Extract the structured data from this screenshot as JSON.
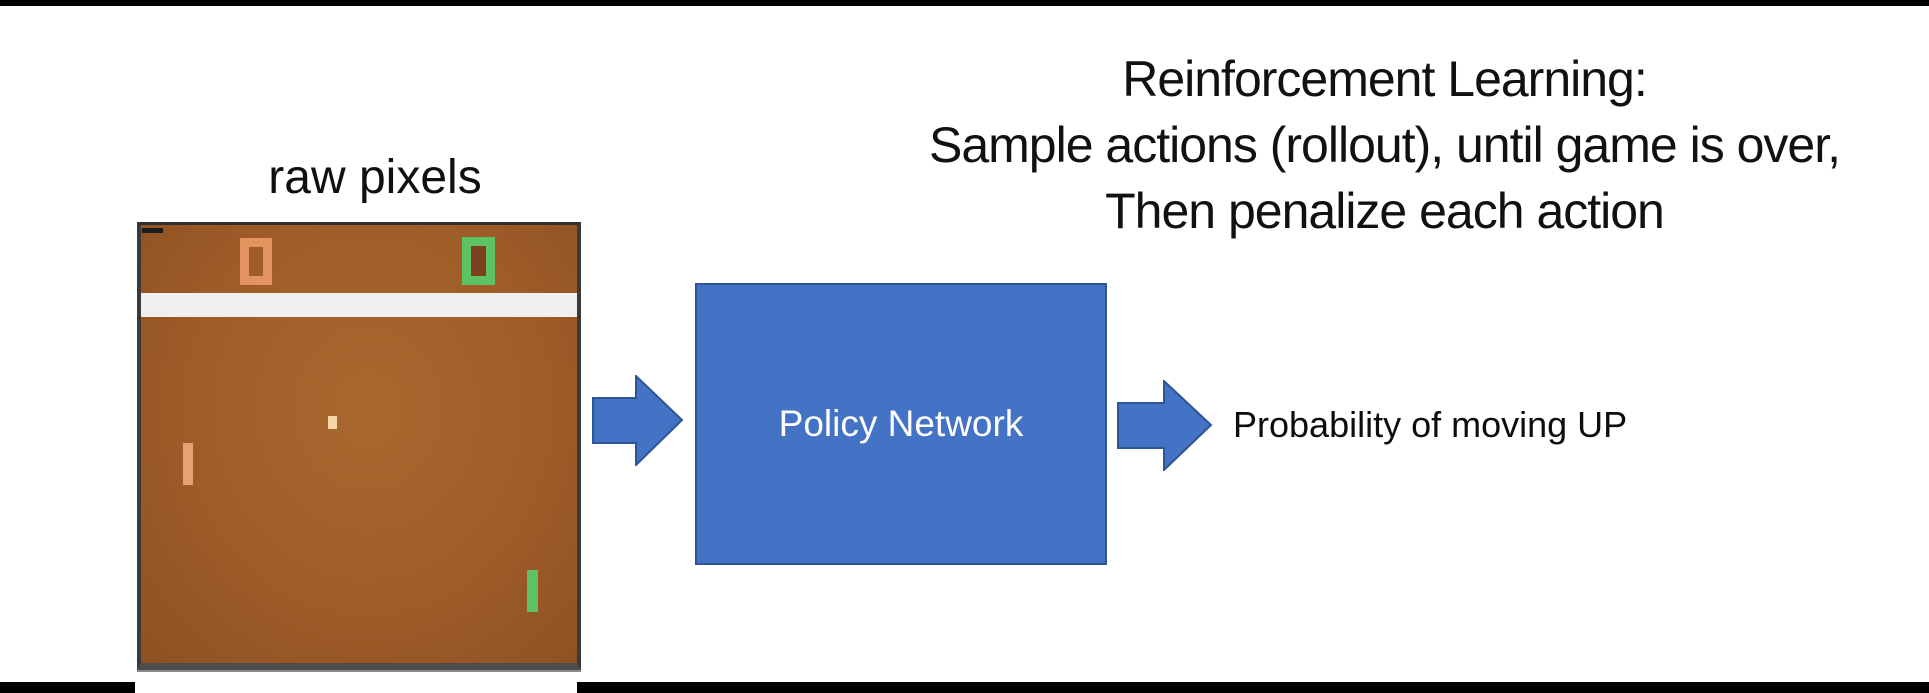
{
  "title": {
    "line1": "Reinforcement Learning:",
    "line2": "Sample actions (rollout), until game is over,",
    "line3": "Then penalize each action"
  },
  "pipeline": {
    "input_label": "raw pixels",
    "box_label": "Policy Network",
    "output_label": "Probability of moving UP"
  },
  "game": {
    "left_score": "0",
    "right_score": "0",
    "colors": {
      "field": "#9e5c28",
      "left_player": "#e6a272",
      "right_player": "#5cc263",
      "ball": "#f5d7a8",
      "divider": "#f1f0ee",
      "frame": "#3a3a3a"
    }
  },
  "colors": {
    "accent_blue": "#4472c4",
    "accent_blue_border": "#2e5597",
    "bar_black": "#000000"
  }
}
